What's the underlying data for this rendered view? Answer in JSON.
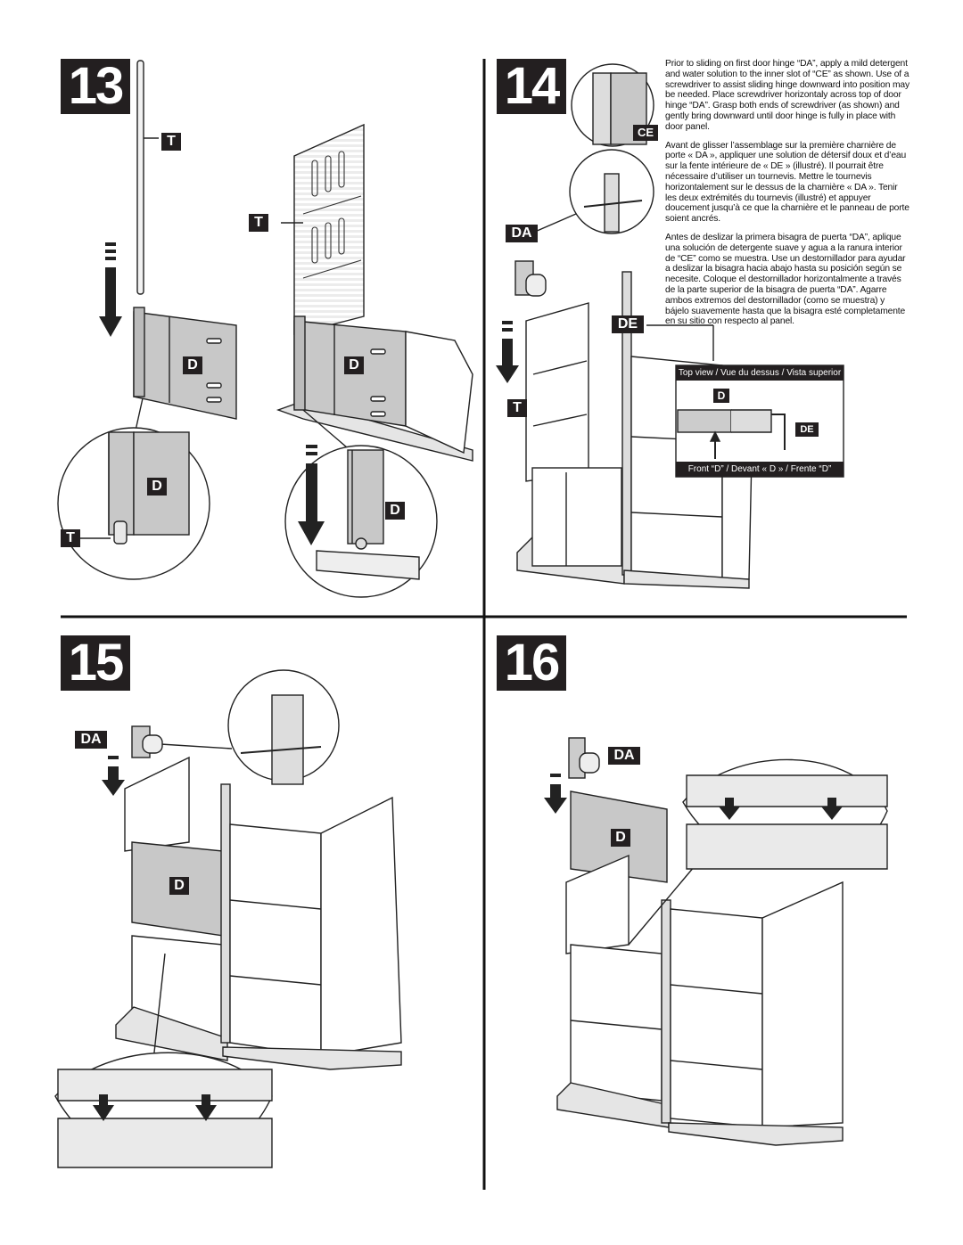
{
  "steps": {
    "s13": "13",
    "s14": "14",
    "s15": "15",
    "s16": "16"
  },
  "labels": {
    "t": "T",
    "d": "D",
    "da": "DA",
    "de": "DE",
    "ce": "CE"
  },
  "instructions": {
    "en": "Prior to sliding on first door hinge “DA”, apply a mild detergent and water solution to the inner slot of “CE” as shown. Use of a screwdriver to assist sliding hinge downward into position may be needed. Place screwdriver horizontaly across top of door hinge “DA”. Grasp both ends of screwdriver (as shown) and gently bring downward until door hinge is fully in place with door panel.",
    "fr": "Avant de glisser l’assemblage sur la première charnière de porte « DA », appliquer une solution de détersif doux et d’eau sur la fente intérieure de « DE » (illustré). Il pourrait être nécessaire d’utiliser un tournevis. Mettre le tournevis horizontalement sur le dessus de la charnière « DA ». Tenir les deux extrémités du tournevis (illustré) et appuyer doucement jusqu’à ce que la charnière et le panneau de porte soient ancrés.",
    "es": "Antes de deslizar la primera bisagra de puerta “DA”, aplique una solución de detergente suave y agua a la ranura interior de “CE” como se muestra. Use un destornillador para ayudar a deslizar la bisagra hacia abajo hasta su posición según se necesite. Coloque el destornillador horizontalmente a través de la parte superior de la bisagra de puerta “DA”. Agarre ambos extremos del destornillador (como se muestra) y bájelo suavemente hasta que la bisagra esté completamente en su sitio con respecto al panel."
  },
  "topview": {
    "title": "Top view / Vue du dessus / Vista superior",
    "front": "Front “D” / Devant « D » / Frente “D”"
  }
}
